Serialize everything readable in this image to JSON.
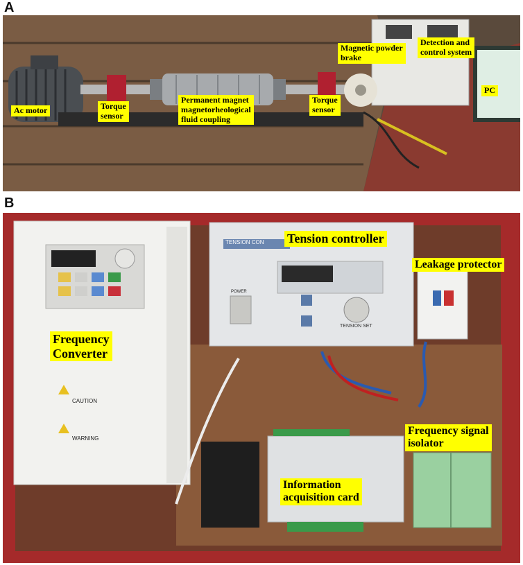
{
  "panels": {
    "a": {
      "letter": "A",
      "labels": {
        "ac_motor": "Ac motor",
        "torque_sensor_left": "Torque\nsensor",
        "coupling": "Permanent magnet\nmagnetorheological\nfluid coupling",
        "torque_sensor_right": "Torque\nsensor",
        "brake": "Magnetic powder\nbrake",
        "detection": "Detection and\ncontrol system",
        "pc": "PC"
      }
    },
    "b": {
      "letter": "B",
      "labels": {
        "tension_controller": "Tension controller",
        "leakage_protector": "Leakage protector",
        "frequency_converter": "Frequency\nConverter",
        "frequency_signal_isolator": "Frequency signal\nisolator",
        "information_card": "Information\nacquisition card"
      },
      "device_text": {
        "caution": "CAUTION",
        "warning": "WARNING",
        "tension_brand": "TENSION CON",
        "power": "POWER",
        "tension_set": "TENSION SET"
      }
    }
  }
}
